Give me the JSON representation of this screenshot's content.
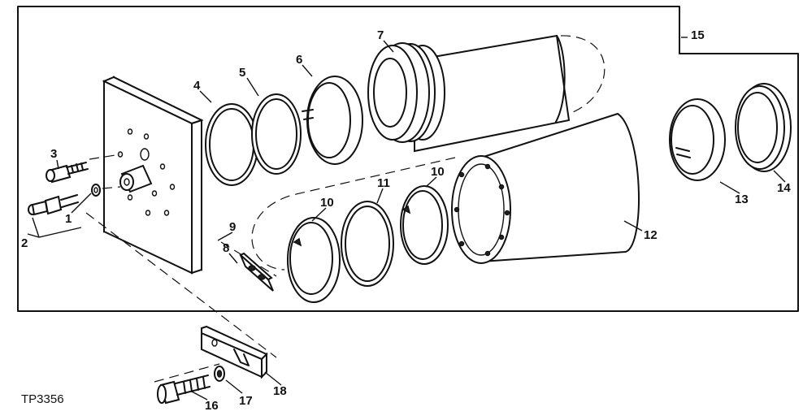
{
  "figure_code": "TP3356",
  "callouts": {
    "c1": "1",
    "c2": "2",
    "c3": "3",
    "c4": "4",
    "c5": "5",
    "c6": "6",
    "c7": "7",
    "c8": "8",
    "c9": "9",
    "c10a": "10",
    "c10b": "10",
    "c11": "11",
    "c12": "12",
    "c13": "13",
    "c14": "14",
    "c15": "15",
    "c16": "16",
    "c17": "17",
    "c18": "18"
  }
}
